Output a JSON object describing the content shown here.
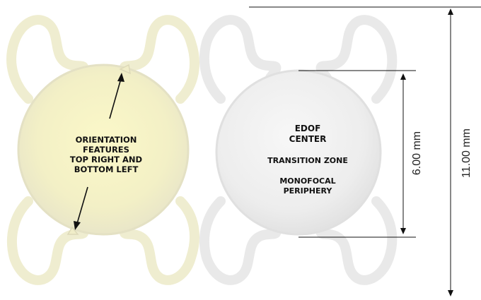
{
  "left_lens": {
    "label_lines": [
      "ORIENTATION",
      "FEATURES",
      "TOP RIGHT AND",
      "BOTTOM LEFT"
    ]
  },
  "right_lens": {
    "zone_center": [
      "EDOF",
      "CENTER"
    ],
    "zone_transition": "TRANSITION ZONE",
    "zone_periphery": [
      "MONOFOCAL",
      "PERIPHERY"
    ]
  },
  "dimensions": {
    "optic_diameter": "6.00 mm",
    "overall_length": "11.00 mm"
  },
  "colors": {
    "left_lens_fill": "#f5f2c8",
    "left_haptic": "#efedd0",
    "right_lens_fill": "#eeeeee",
    "right_haptic": "#e9e9e9",
    "dimension_line": "#111111"
  }
}
